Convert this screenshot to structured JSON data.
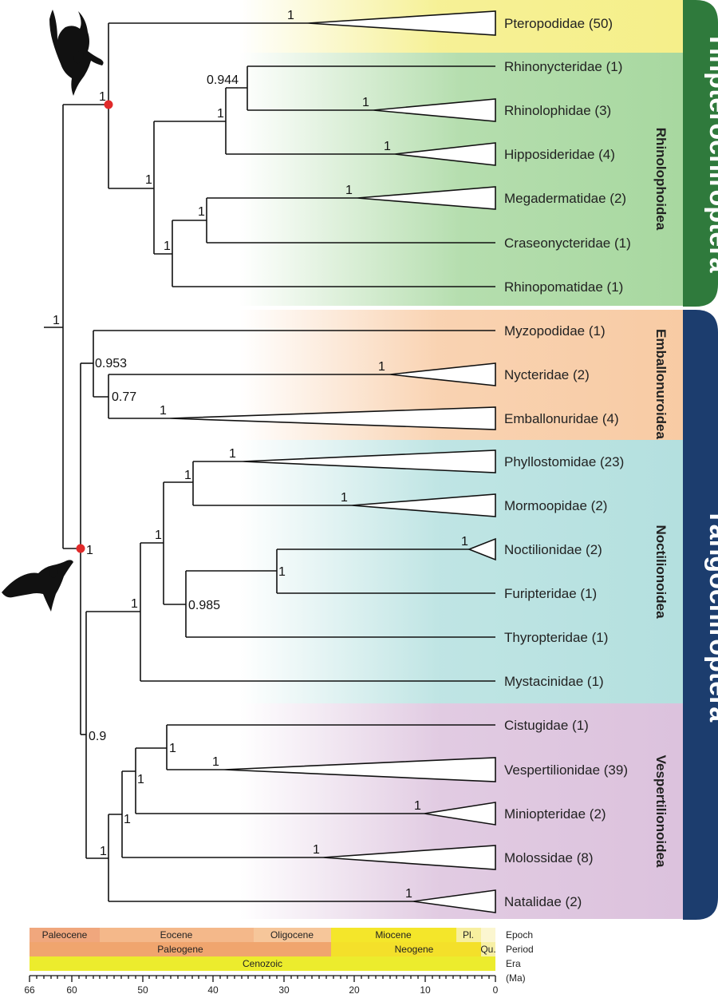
{
  "clades": {
    "yinpterochiroptera": "Yinpterochiroptera",
    "yangochiroptera": "Yangochiroptera",
    "rhinolophoidea": "Rhinolophoidea",
    "emballonuroidea": "Emballonuroidea",
    "noctilionoidea": "Noctilionoidea",
    "vespertilionoidea": "Vespertilionoidea"
  },
  "taxa": [
    {
      "label": "Pteropodidae (50)",
      "support": "1"
    },
    {
      "label": "Rhinonycteridae (1)",
      "support": ""
    },
    {
      "label": "Rhinolophidae (3)",
      "support": "1"
    },
    {
      "label": "Hipposideridae (4)",
      "support": "1"
    },
    {
      "label": "Megadermatidae (2)",
      "support": "1"
    },
    {
      "label": "Craseonycteridae (1)",
      "support": ""
    },
    {
      "label": "Rhinopomatidae (1)",
      "support": ""
    },
    {
      "label": "Myzopodidae (1)",
      "support": ""
    },
    {
      "label": "Nycteridae (2)",
      "support": "1"
    },
    {
      "label": "Emballonuridae (4)",
      "support": "1"
    },
    {
      "label": "Phyllostomidae (23)",
      "support": "1"
    },
    {
      "label": "Mormoopidae (2)",
      "support": "1"
    },
    {
      "label": "Noctilionidae (2)",
      "support": "1"
    },
    {
      "label": "Furipteridae (1)",
      "support": ""
    },
    {
      "label": "Thyropteridae (1)",
      "support": ""
    },
    {
      "label": "Mystacinidae (1)",
      "support": ""
    },
    {
      "label": "Cistugidae (1)",
      "support": ""
    },
    {
      "label": "Vespertilionidae (39)",
      "support": "1"
    },
    {
      "label": "Miniopteridae (2)",
      "support": "1"
    },
    {
      "label": "Molossidae (8)",
      "support": "1"
    },
    {
      "label": "Natalidae (2)",
      "support": "1"
    }
  ],
  "node_support": {
    "root": "1",
    "yinptero": "1",
    "rhinolophoidea": "1",
    "rhinolophidae_group": "1",
    "rhinonycteridae_rhinolophidae": "0.944",
    "megaderm_crase_rhinopom": "1",
    "megaderm_crase": "1",
    "yangochiroptera": "1",
    "emballonuroidea": "0.953",
    "nycteridae_emballonuridae": "0.77",
    "noctilio_vesper": "0.9",
    "noctilionoidea": "1",
    "noct_inner": "1",
    "phyllo_mormoop": "1",
    "noctilionidae_furipteridae": "1",
    "noct_thyro": "0.985",
    "vespertilionoidea": "1",
    "cist_vesp_mini_moloss": "1",
    "cist_vesp_mini": "1",
    "cist_vesp": "1"
  },
  "timescale": {
    "epochs": [
      "Paleocene",
      "Eocene",
      "Oligocene",
      "Miocene",
      "Pl."
    ],
    "periods": [
      "Paleogene",
      "Neogene",
      "Qu."
    ],
    "eras": [
      "Cenozoic"
    ],
    "row_labels": [
      "Epoch",
      "Period",
      "Era",
      "(Ma)"
    ],
    "ticks": [
      "66",
      "60",
      "50",
      "40",
      "30",
      "20",
      "10",
      "0"
    ]
  },
  "colors": {
    "pteropodidae_band": "#f5ef8a",
    "rhinolophoidea_band": "#a8d8a0",
    "emballonuroidea_band": "#f8cba4",
    "noctilionoidea_band": "#b4e0df",
    "vespertilionoidea_band": "#dcc2dd",
    "yinptero_bar": "#2f7a3c",
    "yango_bar": "#1c3d6e",
    "node_dot": "#e02a2a",
    "paleocene": "#f0a77d",
    "eocene": "#f4b88a",
    "oligocene": "#f6c69a",
    "miocene": "#f4e62a",
    "pliocene": "#f7ef9f",
    "paleogene": "#f0a56e",
    "neogene": "#f4e02a",
    "quaternary": "#f7f0a6",
    "cenozoic": "#ecec2d"
  },
  "icons": {
    "top": "flying-fox-silhouette-icon",
    "bottom": "microbat-silhouette-icon"
  }
}
